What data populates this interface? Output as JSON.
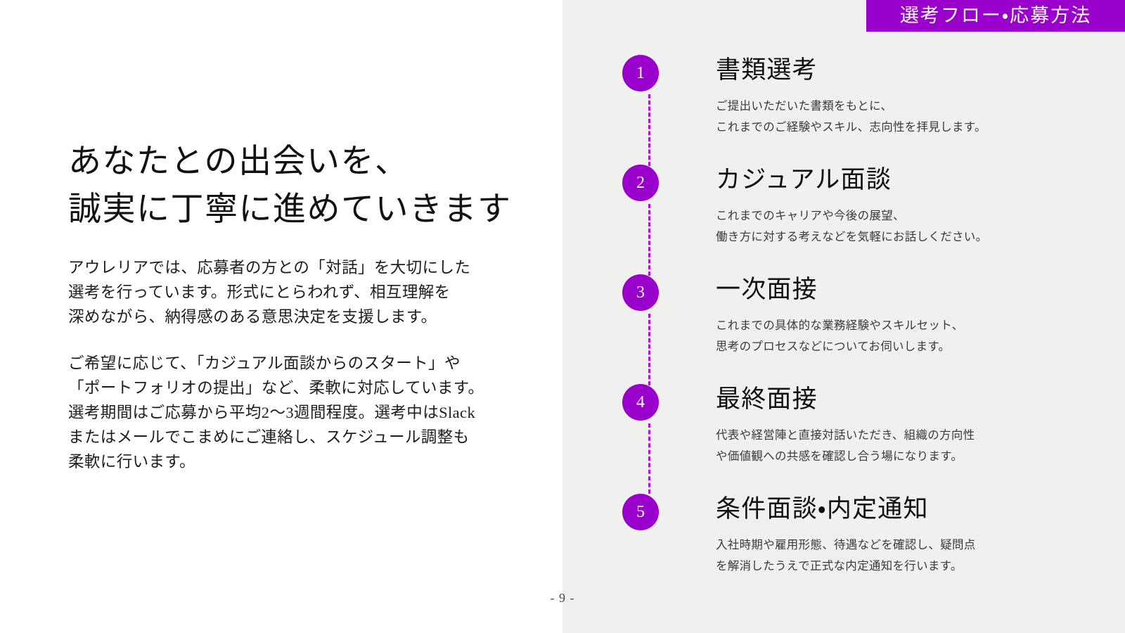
{
  "theme": {
    "accent_purple": "#9900cc",
    "connector_purple": "#b510dd",
    "left_bg": "#ffffff",
    "right_bg": "#f0f0ef",
    "heading_color": "#111111",
    "body_color": "#1d1d1d",
    "desc_color": "#3a3a3a"
  },
  "section_badge": {
    "label": "選考フロー・応募方法"
  },
  "left": {
    "headline": {
      "line1": "あなたとの出会いを、",
      "line2": "誠実に丁寧に進めていきます"
    },
    "paragraph1": {
      "line1": "アウレリアでは、応募者の方との「対話」を大切にした",
      "line2": "選考を行っています。形式にとらわれず、相互理解を",
      "line3": "深めながら、納得感のある意思決定を支援します。"
    },
    "paragraph2": {
      "line1": "ご希望に応じて、「カジュアル面談からのスタート」や",
      "line2": "「ポートフォリオの提出」など、柔軟に対応しています。",
      "line3": "選考期間はご応募から平均2〜3週間程度。選考中はSlack",
      "line4": "またはメールでこまめにご連絡し、スケジュール調整も",
      "line5": "柔軟に行います。"
    }
  },
  "timeline": {
    "steps": [
      {
        "number": "1",
        "title": "書類選考",
        "desc_line1": "ご提出いただいた書類をもとに、",
        "desc_line2": "これまでのご経験やスキル、志向性を拝見します。"
      },
      {
        "number": "2",
        "title": "カジュアル面談",
        "desc_line1": "これまでのキャリアや今後の展望、",
        "desc_line2": "働き方に対する考えなどを気軽にお話しください。"
      },
      {
        "number": "3",
        "title": "一次面接",
        "desc_line1": "これまでの具体的な業務経験やスキルセット、",
        "desc_line2": "思考のプロセスなどについてお伺いします。"
      },
      {
        "number": "4",
        "title": "最終面接",
        "desc_line1": "代表や経営陣と直接対話いただき、組織の方向性",
        "desc_line2": "や価値観への共感を確認し合う場になります。"
      },
      {
        "number": "5",
        "title": "条件面談・内定通知",
        "desc_line1": "入社時期や雇用形態、待遇などを確認し、疑問点",
        "desc_line2": "を解消したうえで正式な内定通知を行います。"
      }
    ]
  },
  "footer": {
    "page_number": "- 9 -"
  }
}
